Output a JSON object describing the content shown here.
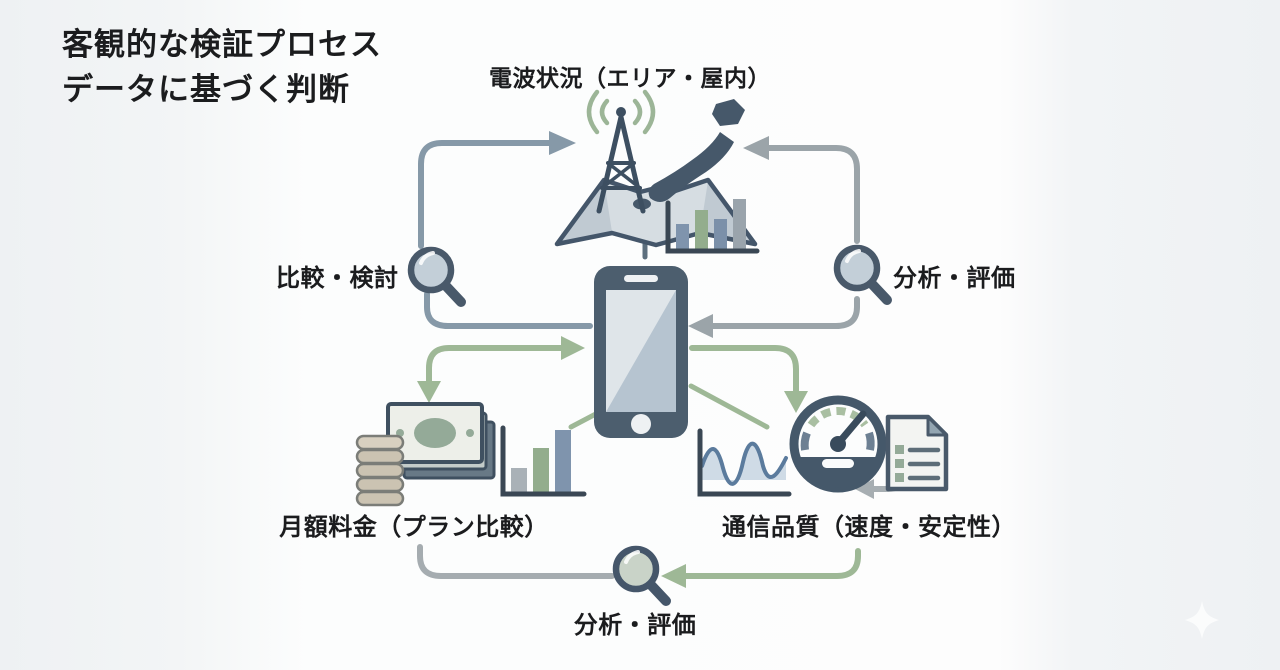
{
  "title": {
    "line1": "客観的な検証プロセス",
    "line2": "データに基づく判断"
  },
  "nodes": {
    "coverage": {
      "label": "電波状況（エリア・屋内）",
      "icon": "radio-tower-japan-map-icon"
    },
    "device": {
      "icon": "smartphone-icon"
    },
    "price": {
      "label": "月額料金（プラン比較）",
      "icon": "coins-banknotes-icon"
    },
    "quality": {
      "label": "通信品質（速度・安定性）",
      "icon": "speedometer-document-icon"
    }
  },
  "steps": {
    "compare": {
      "label": "比較・検討",
      "icon": "magnifier-icon"
    },
    "analyze_right": {
      "label": "分析・評価",
      "icon": "magnifier-icon"
    },
    "analyze_bottom": {
      "label": "分析・評価",
      "icon": "magnifier-icon"
    }
  },
  "colors": {
    "text": "#1b1c1e",
    "arrow_slate_blue": "#8699a8",
    "arrow_gray": "#9ba4a9",
    "arrow_sage_green": "#9eb896",
    "icon_dark_slate": "#46586a",
    "icon_sage": "#94aa98",
    "background_edge": "#eef1f3",
    "background_center": "#fdfdfd"
  }
}
